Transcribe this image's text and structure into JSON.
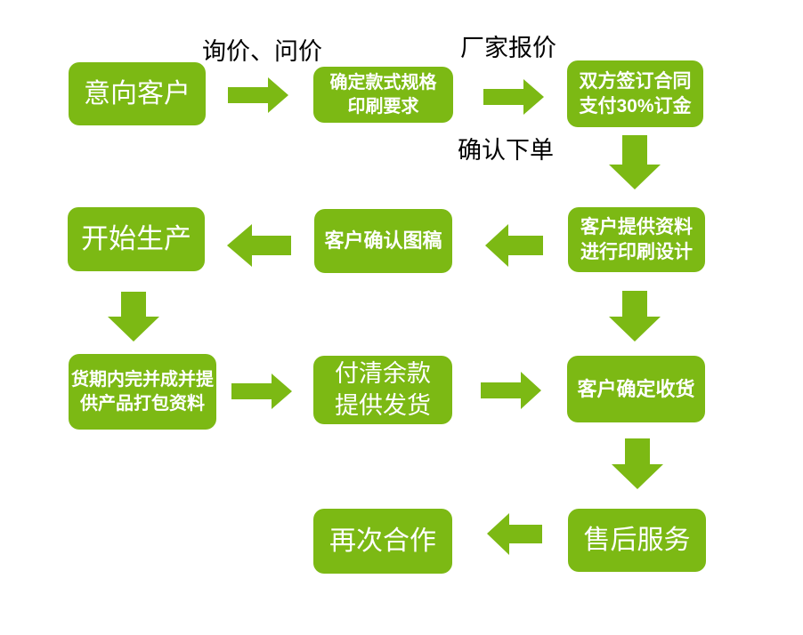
{
  "colors": {
    "accent": "#7CB914",
    "box_text": "#FFFFFF",
    "label_text": "#000000",
    "background": "#FFFFFF"
  },
  "nodes": {
    "intent_customer": {
      "lines": [
        "意向客户"
      ]
    },
    "confirm_specs": {
      "lines": [
        "确定款式规格",
        "印刷要求"
      ]
    },
    "sign_contract": {
      "lines": [
        "双方签订合同",
        "支付30%订金"
      ]
    },
    "provide_materials": {
      "lines": [
        "客户提供资料",
        "进行印刷设计"
      ]
    },
    "confirm_draft": {
      "lines": [
        "客户确认图稿"
      ]
    },
    "start_production": {
      "lines": [
        "开始生产"
      ]
    },
    "production_complete": {
      "lines": [
        "货期内完并成并提",
        "供产品打包资料"
      ]
    },
    "pay_balance": {
      "lines": [
        "付清余款",
        "提供发货"
      ]
    },
    "confirm_receipt": {
      "lines": [
        "客户确定收货"
      ]
    },
    "after_sales": {
      "lines": [
        "售后服务"
      ]
    },
    "repeat_cooperation": {
      "lines": [
        "再次合作"
      ]
    }
  },
  "labels": {
    "inquiry": "询价、问价",
    "factory_quote": "厂家报价",
    "confirm_order": "确认下单"
  }
}
